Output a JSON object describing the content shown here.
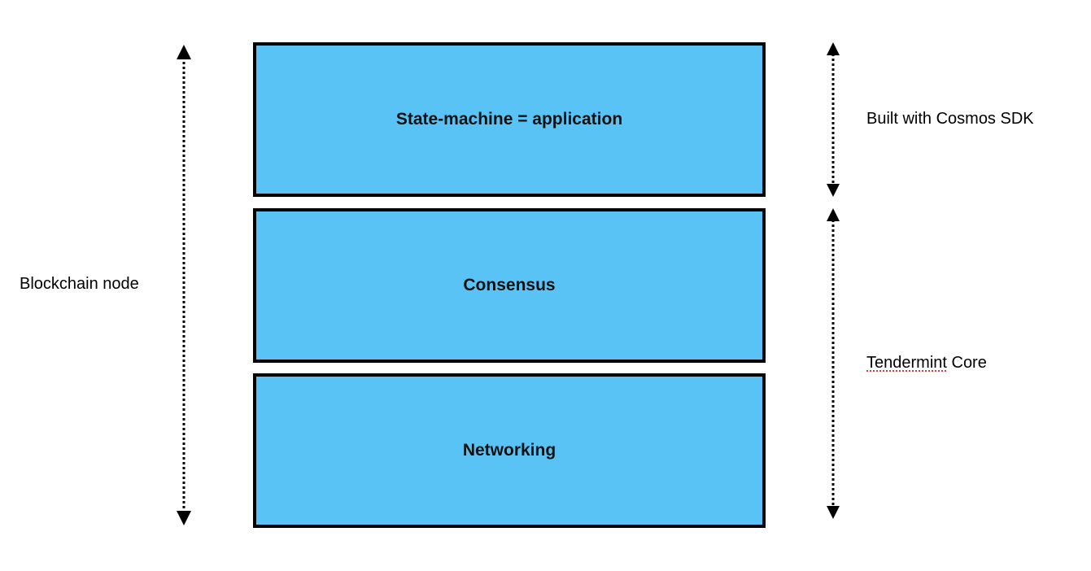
{
  "layers": [
    {
      "id": "app",
      "label": "State-machine = application"
    },
    {
      "id": "consensus",
      "label": "Consensus"
    },
    {
      "id": "networking",
      "label": "Networking"
    }
  ],
  "brackets": {
    "node": {
      "label": "Blockchain node",
      "spans_layers": [
        "app",
        "consensus",
        "networking"
      ]
    },
    "sdk": {
      "label": "Built with Cosmos SDK",
      "spans_layers": [
        "app"
      ]
    },
    "tendermint": {
      "label_word": "Tendermint",
      "label_rest": " Core",
      "spans_layers": [
        "consensus",
        "networking"
      ]
    }
  },
  "colors": {
    "layer_fill": "#5ac3f5",
    "layer_border": "#000000",
    "arrow": "#000000"
  }
}
